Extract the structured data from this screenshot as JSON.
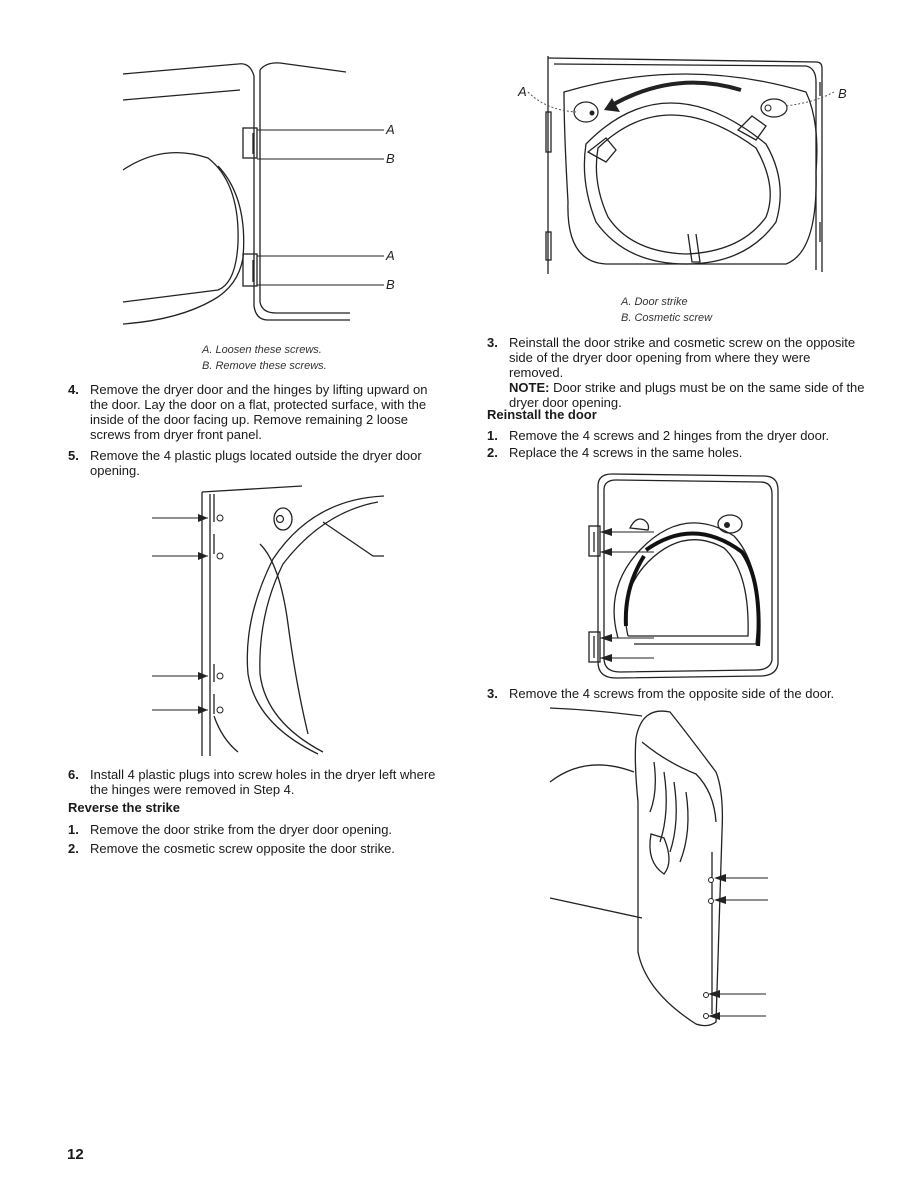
{
  "fig1": {
    "label_a1": "A",
    "label_b1": "B",
    "label_a2": "A",
    "label_b2": "B",
    "caption_a": "A. Loosen these screws.",
    "caption_b": "B. Remove these screws."
  },
  "fig3": {
    "label_a": "A",
    "label_b": "B",
    "caption_a": "A. Door strike",
    "caption_b": "B. Cosmetic screw"
  },
  "left_steps": [
    {
      "num": "4.",
      "lines": [
        "Remove the dryer door and the hinges by lifting upward on",
        "the door. Lay the door on a flat, protected surface, with the",
        "inside of the door facing up. Remove remaining 2 loose",
        "screws from dryer front panel."
      ]
    },
    {
      "num": "5.",
      "lines": [
        "Remove the 4 plastic plugs located outside the dryer door",
        "opening."
      ]
    },
    {
      "num": "6.",
      "lines": [
        "Install 4 plastic plugs into screw holes in the dryer left where",
        "the hinges were removed in Step 4."
      ]
    }
  ],
  "reverse_strike": {
    "heading": "Reverse the strike",
    "steps": [
      {
        "num": "1.",
        "text": "Remove the door strike from the dryer door opening."
      },
      {
        "num": "2.",
        "text": "Remove the cosmetic screw opposite the door strike."
      }
    ]
  },
  "right_step3": {
    "num": "3.",
    "lines": [
      "Reinstall the door strike and cosmetic screw on the opposite",
      "side of the dryer door opening from where they were",
      "removed."
    ],
    "note_label": "NOTE:",
    "note_line1": " Door strike and plugs must be on the same side of the",
    "note_line2": "dryer door opening."
  },
  "reinstall_door": {
    "heading": "Reinstall the door",
    "steps": [
      {
        "num": "1.",
        "text": "Remove the 4 screws and 2 hinges from the dryer door."
      },
      {
        "num": "2.",
        "text": "Replace the 4 screws in the same holes."
      },
      {
        "num": "3.",
        "text": "Remove the 4 screws from the opposite side of the door."
      }
    ]
  },
  "page_number": "12"
}
